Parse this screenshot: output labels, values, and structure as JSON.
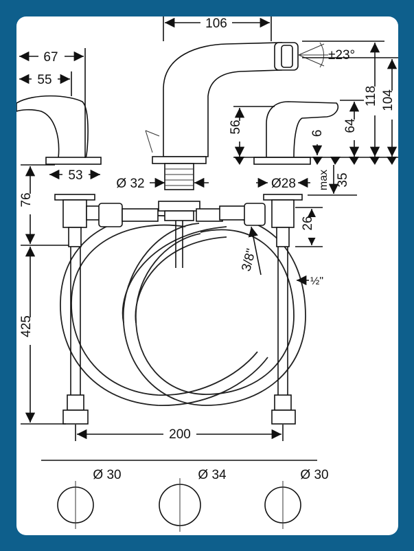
{
  "colors": {
    "frame": "#0e5f8c",
    "sheet": "#ffffff",
    "ink": "#111111"
  },
  "dimensions": {
    "top_106": "106",
    "handle_67": "67",
    "handle_55": "55",
    "angle": "±23°",
    "h_118": "118",
    "h_104": "104",
    "h_56": "56",
    "h_64": "64",
    "h_6": "6",
    "base_53": "53",
    "dia_32": "Ø 32",
    "dia_28": "Ø28",
    "max35_max": "max",
    "max35_val": "35",
    "v_76": "76",
    "v_26": "26",
    "thread_38": "3/8\"",
    "thread_12": "½\"",
    "v_425": "425",
    "span_200": "200",
    "hole_left": "Ø 30",
    "hole_mid": "Ø 34",
    "hole_right": "Ø 30"
  }
}
